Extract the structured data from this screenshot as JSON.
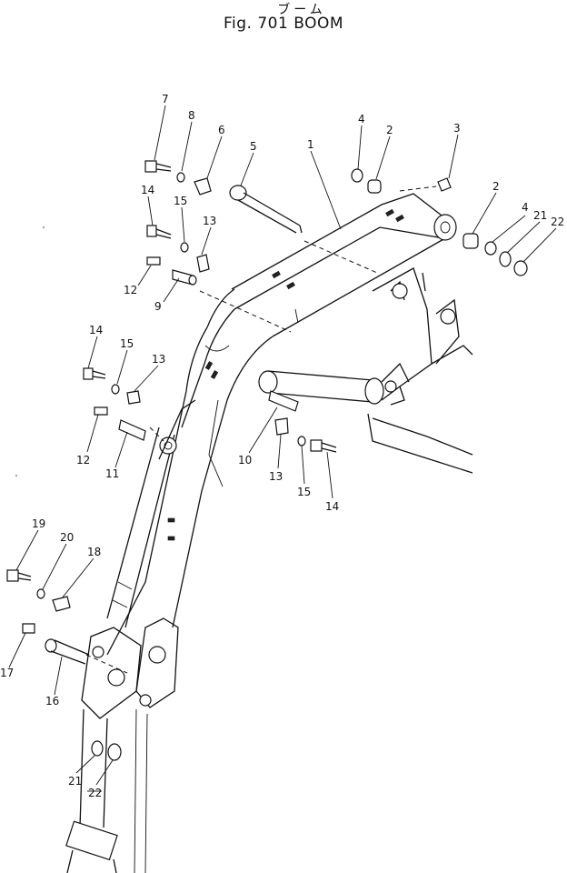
{
  "header": {
    "title_jp": "ブーム",
    "title_en": "Fig. 701  BOOM"
  },
  "callouts": [
    {
      "id": "7",
      "text": "7"
    },
    {
      "id": "8",
      "text": "8"
    },
    {
      "id": "6",
      "text": "6"
    },
    {
      "id": "5",
      "text": "5"
    },
    {
      "id": "1",
      "text": "1"
    },
    {
      "id": "4a",
      "text": "4"
    },
    {
      "id": "2a",
      "text": "2"
    },
    {
      "id": "3",
      "text": "3"
    },
    {
      "id": "14a",
      "text": "14"
    },
    {
      "id": "15a",
      "text": "15"
    },
    {
      "id": "13a",
      "text": "13"
    },
    {
      "id": "12a",
      "text": "12"
    },
    {
      "id": "9",
      "text": "9"
    },
    {
      "id": "2b",
      "text": "2"
    },
    {
      "id": "4b",
      "text": "4"
    },
    {
      "id": "21a",
      "text": "21"
    },
    {
      "id": "22a",
      "text": "22"
    },
    {
      "id": "14b",
      "text": "14"
    },
    {
      "id": "15b",
      "text": "15"
    },
    {
      "id": "13b",
      "text": "13"
    },
    {
      "id": "12b",
      "text": "12"
    },
    {
      "id": "11",
      "text": "11"
    },
    {
      "id": "10",
      "text": "10"
    },
    {
      "id": "13c",
      "text": "13"
    },
    {
      "id": "15c",
      "text": "15"
    },
    {
      "id": "14c",
      "text": "14"
    },
    {
      "id": "19",
      "text": "19"
    },
    {
      "id": "20",
      "text": "20"
    },
    {
      "id": "18",
      "text": "18"
    },
    {
      "id": "17",
      "text": "17"
    },
    {
      "id": "16",
      "text": "16"
    },
    {
      "id": "21b",
      "text": "21"
    },
    {
      "id": "22b",
      "text": "22"
    }
  ]
}
